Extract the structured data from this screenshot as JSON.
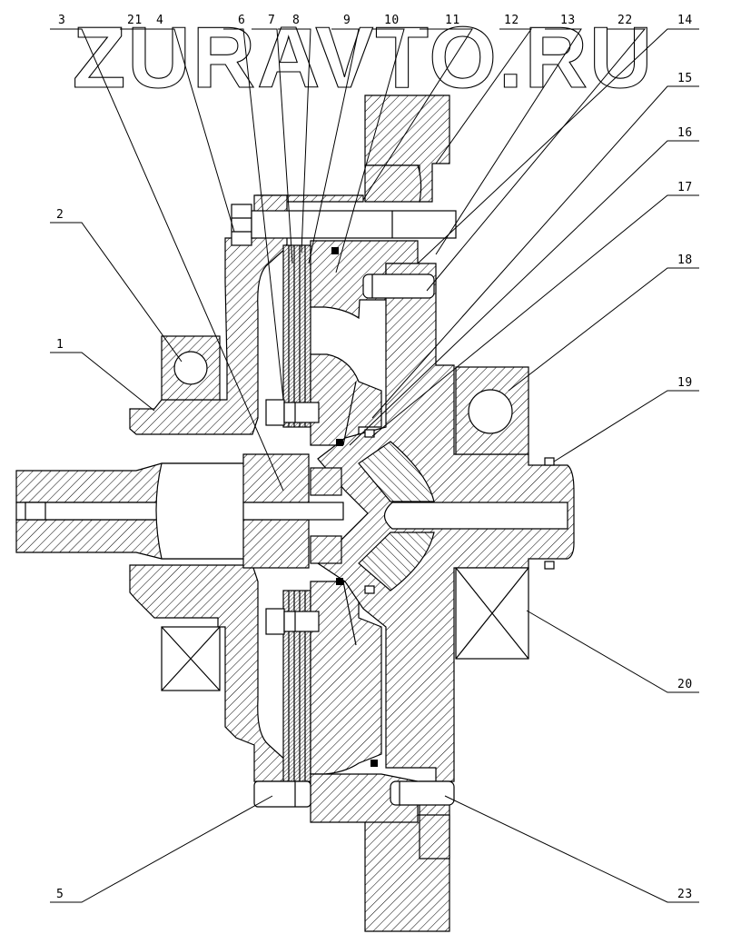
{
  "watermark": {
    "text": "ZURAVTO.RU"
  },
  "callouts": [
    {
      "id": "c3",
      "label": "3"
    },
    {
      "id": "c21",
      "label": "21"
    },
    {
      "id": "c4",
      "label": "4"
    },
    {
      "id": "c6",
      "label": "6"
    },
    {
      "id": "c7",
      "label": "7"
    },
    {
      "id": "c8",
      "label": "8"
    },
    {
      "id": "c9",
      "label": "9"
    },
    {
      "id": "c10",
      "label": "10"
    },
    {
      "id": "c11",
      "label": "11"
    },
    {
      "id": "c12",
      "label": "12"
    },
    {
      "id": "c13",
      "label": "13"
    },
    {
      "id": "c22",
      "label": "22"
    },
    {
      "id": "c14",
      "label": "14"
    },
    {
      "id": "c15",
      "label": "15"
    },
    {
      "id": "c16",
      "label": "16"
    },
    {
      "id": "c17",
      "label": "17"
    },
    {
      "id": "c2",
      "label": "2"
    },
    {
      "id": "c18",
      "label": "18"
    },
    {
      "id": "c1",
      "label": "1"
    },
    {
      "id": "c19",
      "label": "19"
    },
    {
      "id": "c20",
      "label": "20"
    },
    {
      "id": "c5",
      "label": "5"
    },
    {
      "id": "c23",
      "label": "23"
    }
  ]
}
